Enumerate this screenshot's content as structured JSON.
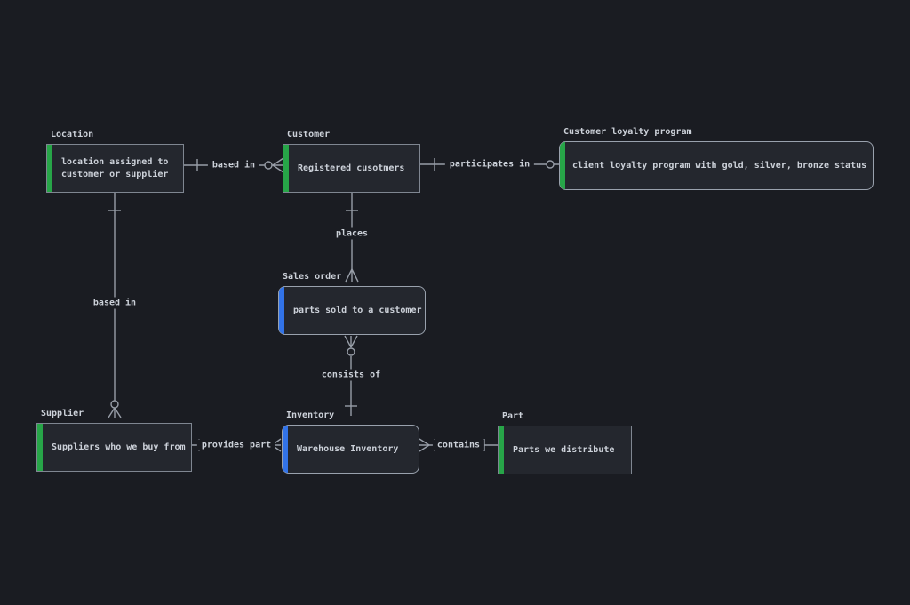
{
  "diagram": {
    "background_color": "#1a1c22",
    "box_fill_color": "#24272e",
    "line_color": "#979da7",
    "text_color": "#ccd1d9",
    "accent_green": "#27a548",
    "accent_blue": "#3273e8",
    "entities": [
      {
        "id": "location",
        "title": "Location",
        "description": "location assigned to customer or supplier",
        "accent_color": "#27a548",
        "shape": "square"
      },
      {
        "id": "customer",
        "title": "Customer",
        "description": "Registered cusotmers",
        "accent_color": "#27a548",
        "shape": "square"
      },
      {
        "id": "customer-loyalty-program",
        "title": "Customer loyalty program",
        "description": "client loyalty program with gold, silver, bronze status",
        "accent_color": "#27a548",
        "shape": "rounded"
      },
      {
        "id": "sales-order",
        "title": "Sales order",
        "description": "parts sold to a customer",
        "accent_color": "#3273e8",
        "shape": "rounded"
      },
      {
        "id": "supplier",
        "title": "Supplier",
        "description": "Suppliers who we buy from",
        "accent_color": "#27a548",
        "shape": "square"
      },
      {
        "id": "inventory",
        "title": "Inventory",
        "description": "Warehouse Inventory",
        "accent_color": "#3273e8",
        "shape": "rounded"
      },
      {
        "id": "part",
        "title": "Part",
        "description": "Parts we distribute",
        "accent_color": "#27a548",
        "shape": "square"
      }
    ],
    "relationships": [
      {
        "label": "based in",
        "from": "Location",
        "to": "Customer",
        "from_cardinality": "one",
        "to_cardinality": "zero-or-many"
      },
      {
        "label": "participates in",
        "from": "Customer",
        "to": "Customer loyalty program",
        "from_cardinality": "one",
        "to_cardinality": "zero-or-one"
      },
      {
        "label": "places",
        "from": "Customer",
        "to": "Sales order",
        "from_cardinality": "one",
        "to_cardinality": "many"
      },
      {
        "label": "consists of",
        "from": "Sales order",
        "to": "Inventory",
        "from_cardinality": "zero-or-many",
        "to_cardinality": "one"
      },
      {
        "label": "based in",
        "from": "Location",
        "to": "Supplier",
        "from_cardinality": "one",
        "to_cardinality": "zero-or-many"
      },
      {
        "label": "provides part",
        "from": "Supplier",
        "to": "Inventory",
        "from_cardinality": "one",
        "to_cardinality": "many"
      },
      {
        "label": "contains",
        "from": "Inventory",
        "to": "Part",
        "from_cardinality": "one-or-many",
        "to_cardinality": "one"
      }
    ]
  }
}
